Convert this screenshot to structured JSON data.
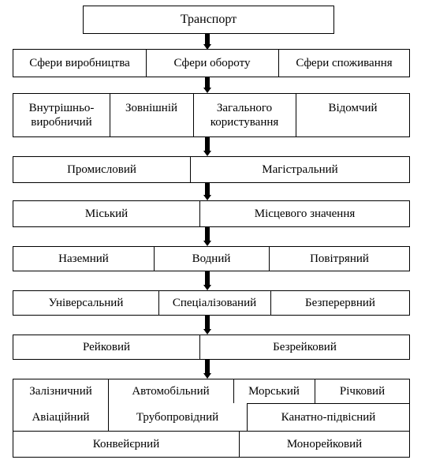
{
  "root": "Транспорт",
  "levels": [
    [
      "Сфери виробництва",
      "Сфери обороту",
      "Сфери споживання"
    ],
    [
      "Внутрішньо-виробничий",
      "Зовнішній",
      "Загального користування",
      "Відомчий"
    ],
    [
      "Промисловий",
      "Магістральний"
    ],
    [
      "Міський",
      "Місцевого значення"
    ],
    [
      "Наземний",
      "Водний",
      "Повітряний"
    ],
    [
      "Універсальний",
      "Спеціалізований",
      "Безперервний"
    ],
    [
      "Рейковий",
      "Безрейковий"
    ]
  ],
  "modes": {
    "row1": [
      "Залізничний",
      "Автомобільний",
      "Морський",
      "Річковий"
    ],
    "row2": [
      "Авіаційний",
      "Трубопровідний",
      "Канатно-підвісний"
    ],
    "row3": [
      "Конвейєрний",
      "Монорейковий"
    ]
  }
}
